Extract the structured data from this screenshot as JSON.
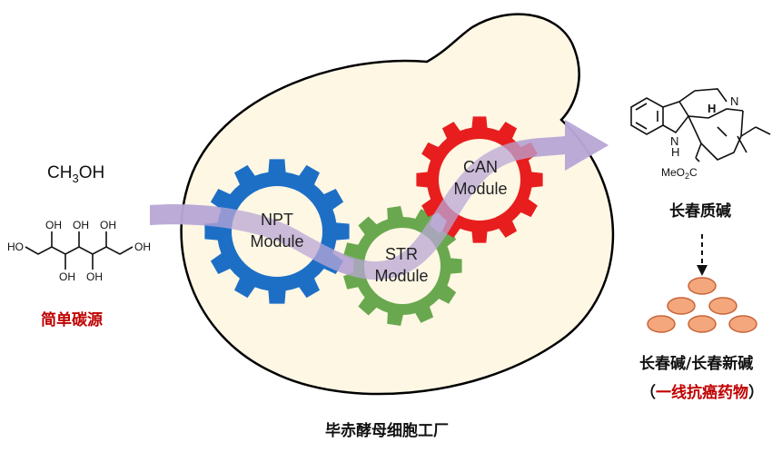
{
  "colors": {
    "cell_fill": "#fdf7e4",
    "cell_outline": "#000000",
    "arrow": "#b9a7d6",
    "npt_gear": "#1d6fc6",
    "str_gear": "#6aa84f",
    "can_gear": "#e81e1e",
    "pill_fill": "#f4a77c",
    "pill_stroke": "#c8643a",
    "highlight_red": "#c00000"
  },
  "left": {
    "methanol": "CH3OH",
    "methanol_parts": {
      "main": "CH",
      "sub": "3",
      "tail": "OH"
    },
    "sugar_labels": {
      "ho_left": "HO",
      "oh_right": "OH",
      "oh_top1": "OH",
      "oh_top2": "OH",
      "oh_bot1": "OH",
      "oh_bot2": "OH"
    },
    "caption": "简单碳源"
  },
  "modules": {
    "npt": {
      "line1": "NPT",
      "line2": "Module"
    },
    "str": {
      "line1": "STR",
      "line2": "Module"
    },
    "can": {
      "line1": "CAN",
      "line2": "Module"
    }
  },
  "cell_caption": "毕赤酵母细胞工厂",
  "right": {
    "molecule_labels": {
      "n_top": "N",
      "h_top": "H",
      "n_indole": "N",
      "h_indole": "H",
      "ester_left": "MeO",
      "ester_sub": "2",
      "ester_right": "C"
    },
    "catharanthine_caption": "长春质碱",
    "products_caption": "长春碱/长春新碱",
    "drug_paren_open": "（",
    "drug_caption": "一线抗癌药物",
    "drug_paren_close": "）"
  },
  "icons": [
    "molecule-icon",
    "gear-icon",
    "arrow-icon",
    "pill-icon"
  ]
}
